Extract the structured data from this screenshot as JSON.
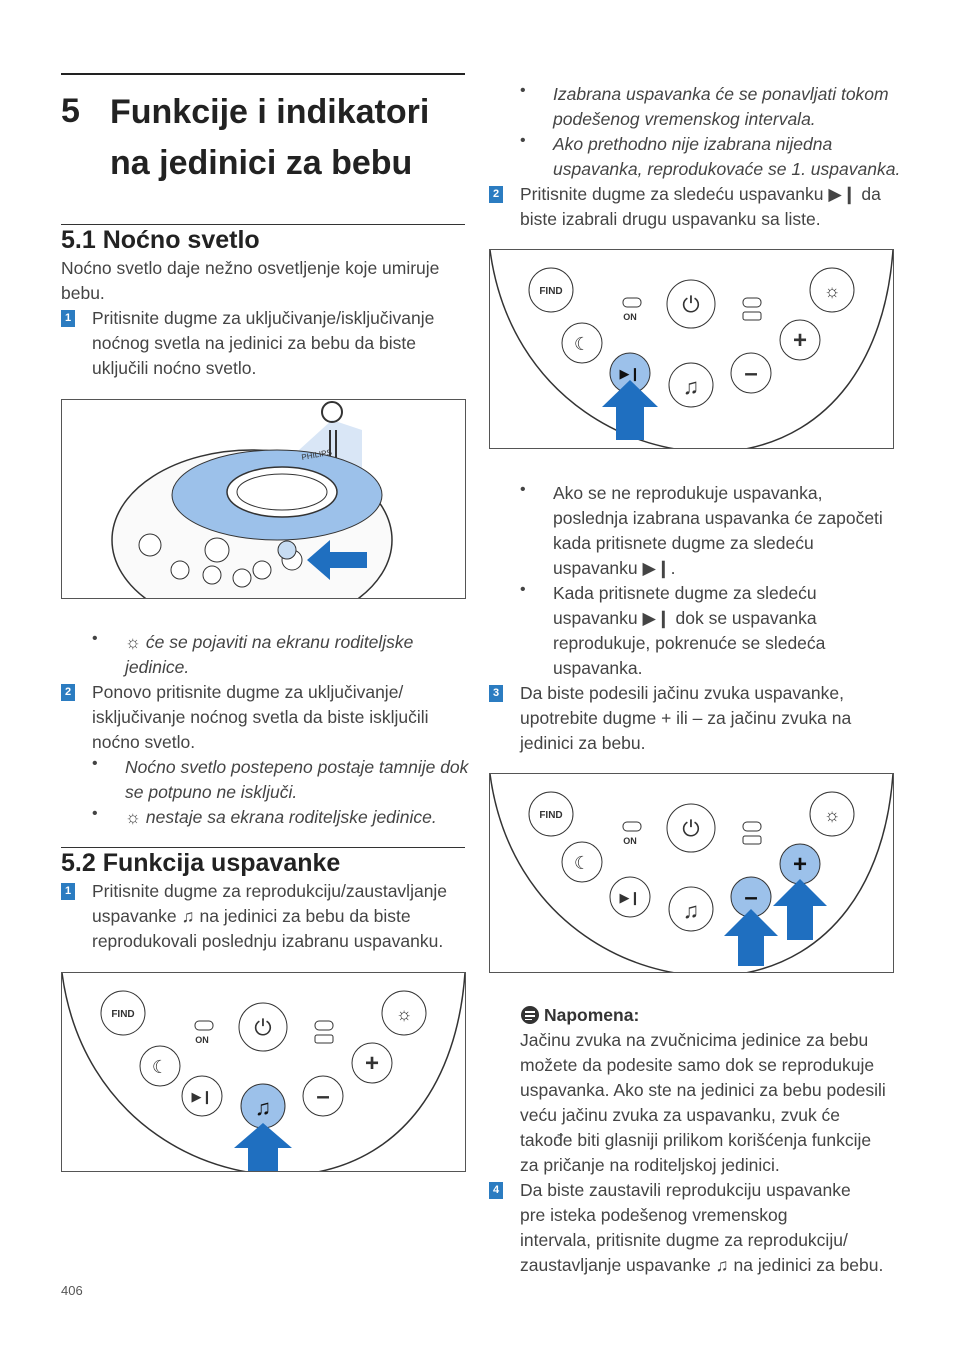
{
  "chapter": {
    "number": "5",
    "title_line1": "Funkcije i indikatori",
    "title_line2": "na jedinici za bebu"
  },
  "section1": {
    "title": "5.1 Noćno svetlo",
    "intro_line1": "Noćno svetlo daje nežno osvetljenje koje umiruje",
    "intro_line2": "bebu.",
    "step1": {
      "num": "1",
      "line1": "Pritisnite dugme za uključivanje/isključivanje",
      "line2": "noćnog svetla na jedinici za bebu da biste",
      "line3": "uključili noćno svetlo."
    },
    "bullet_a_line1": " će se pojaviti na ekranu roditeljske",
    "bullet_a_line2": "jedinice.",
    "step2": {
      "num": "2",
      "line1": "Ponovo pritisnite dugme za uključivanje/",
      "line2": "isključivanje noćnog svetla da biste isključili",
      "line3": "noćno svetlo."
    },
    "bullet_b_line1": "Noćno svetlo postepeno postaje tamnije dok",
    "bullet_b_line2": "se potpuno ne isključi.",
    "bullet_c": " nestaje sa ekrana roditeljske jedinice."
  },
  "section2": {
    "title": "5.2 Funkcija uspavanke",
    "step1": {
      "num": "1",
      "line1": "Pritisnite dugme za reprodukciju/zaustavljanje",
      "line2": "uspavanke ♫ na jedinici za bebu da biste",
      "line3": "reprodukovali poslednju izabranu uspavanku."
    }
  },
  "right": {
    "bullet1_line1": "Izabrana uspavanka će se ponavljati tokom",
    "bullet1_line2": "podešenog vremenskog intervala.",
    "bullet2_line1": "Ako prethodno nije izabrana nijedna",
    "bullet2_line2": "uspavanka, reprodukovaće se 1. uspavanka.",
    "step2": {
      "num": "2",
      "line1": "Pritisnite dugme za sledeću uspavanku ▶❙ da",
      "line2": "biste izabrali drugu uspavanku sa liste."
    },
    "bullet3_line1": "Ako se ne reprodukuje uspavanka,",
    "bullet3_line2": "poslednja izabrana uspavanka će započeti",
    "bullet3_line3": "kada pritisnete dugme za sledeću",
    "bullet3_line4": "uspavanku ▶❙.",
    "bullet4_line1": "Kada pritisnete dugme za sledeću",
    "bullet4_line2": "uspavanku ▶❙ dok se uspavanka",
    "bullet4_line3": "reprodukuje, pokrenuće se sledeća",
    "bullet4_line4": "uspavanka.",
    "step3": {
      "num": "3",
      "line1": "Da biste podesili jačinu zvuka uspavanke,",
      "line2": "upotrebite dugme + ili – za jačinu zvuka na",
      "line3": "jedinici za bebu."
    },
    "note_title": "Napomena:",
    "note_line1": "Jačinu zvuka na zvučnicima jedinice za bebu",
    "note_line2": "možete da podesite samo dok se reprodukuje",
    "note_line3": "uspavanka. Ako ste na jedinici za bebu podesili",
    "note_line4": "veću jačinu zvuka za uspavanku, zvuk će",
    "note_line5": "takođe biti glasniji prilikom korišćenja funkcije",
    "note_line6": "za pričanje na roditeljskoj jedinici.",
    "step4": {
      "num": "4",
      "line1": "Da biste zaustavili reprodukciju uspavanke",
      "line2": "pre isteka podešenog vremenskog",
      "line3": "intervala, pritisnite dugme za reprodukciju/",
      "line4": "zaustavljanje uspavanke ♫ na jedinici za bebu."
    }
  },
  "panel": {
    "find_label": "FIND",
    "on_label": "ON",
    "device_brand": "PHILIPS"
  },
  "page_number": "406",
  "colors": {
    "accent": "#2b7cc1",
    "arrow": "#1f6fc0",
    "highlight": "#9cc1ea"
  }
}
